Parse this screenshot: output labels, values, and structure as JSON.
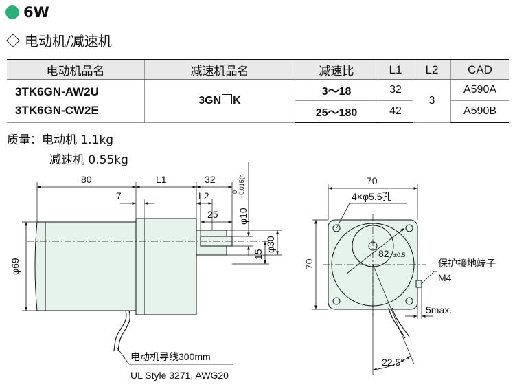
{
  "header": {
    "power": "6W",
    "subtitle": "电动机/减速机"
  },
  "table": {
    "columns": [
      "电动机品名",
      "减速机品名",
      "减速比",
      "L1",
      "L2",
      "CAD"
    ],
    "motor_names": [
      "3TK6GN-AW2U",
      "3TK6GN-CW2E"
    ],
    "gear_name_prefix": "3GN",
    "gear_name_suffix": "K",
    "rows": [
      {
        "ratio": "3～18",
        "l1": "32",
        "cad": "A590A"
      },
      {
        "ratio": "25～180",
        "l1": "42",
        "cad": "A590B"
      }
    ],
    "l2": "3"
  },
  "mass": {
    "label": "质量：电动机 1.1kg",
    "gear": "减速机 0.55kg"
  },
  "drawing": {
    "side": {
      "len_80": "80",
      "len_l1": "L1",
      "len_32": "32",
      "len_7": "7",
      "len_l2": "L2",
      "len_25": "25",
      "dia_69": "φ69",
      "shaft_dia": "φ10",
      "shaft_tol": "0",
      "shaft_tol_low": "−0.015(h",
      "len_15": "15",
      "dia_30": "φ30"
    },
    "front": {
      "width_70": "70",
      "height_70": "70",
      "holes": "4×φ5.5孔",
      "pcd": "82",
      "pcd_tol": "±0.5",
      "terminal": "保护接地端子",
      "m4": "M4",
      "max5": "5max.",
      "angle": "22.5°"
    },
    "lead": {
      "line1": "电动机导线300mm",
      "line2": "UL Style 3271, AWG20"
    }
  },
  "colors": {
    "accent": "#2bb07a",
    "motor_fill": "#e6f3ec",
    "header_fill": "#e9e9e9"
  }
}
